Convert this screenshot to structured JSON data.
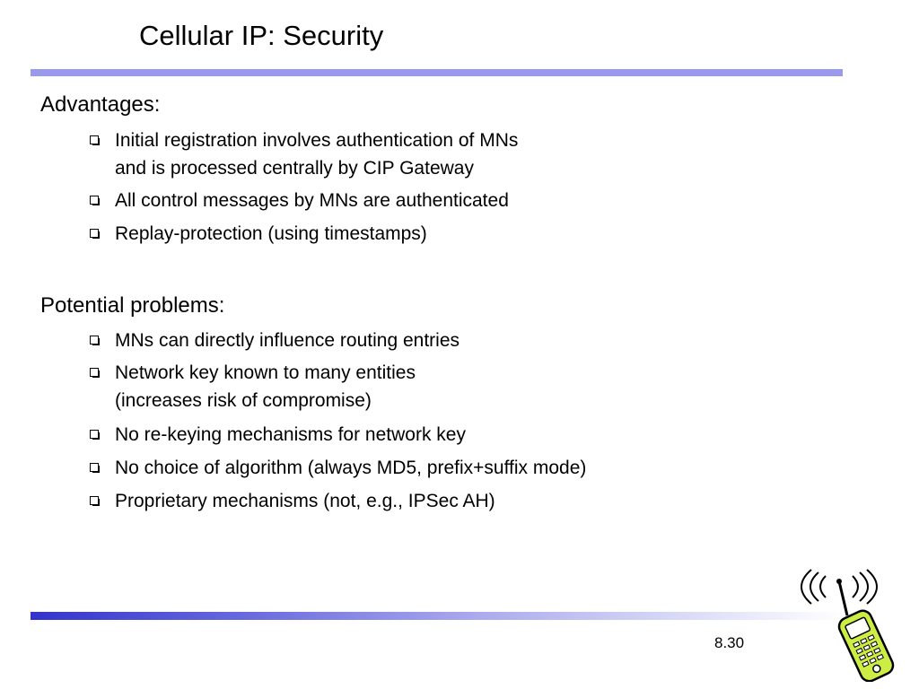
{
  "slide": {
    "title": "Cellular IP: Security",
    "page_number": "8.30"
  },
  "advantages": {
    "heading": "Advantages:",
    "items": [
      {
        "line1": "Initial registration involves authentication of MNs",
        "line2": "and is processed centrally by CIP Gateway"
      },
      {
        "line1": "All control messages by MNs are authenticated"
      },
      {
        "line1": "Replay-protection (using timestamps)"
      }
    ]
  },
  "problems": {
    "heading": "Potential problems:",
    "items": [
      {
        "line1": "MNs can directly influence routing entries"
      },
      {
        "line1": "Network key known to many entities",
        "line2": "(increases risk of compromise)"
      },
      {
        "line1": "No re-keying mechanisms for network key"
      },
      {
        "line1": "No choice of algorithm (always MD5, prefix+suffix mode)"
      },
      {
        "line1": "Proprietary mechanisms (not, e.g., IPSec AH)"
      }
    ]
  },
  "colors": {
    "rule_top": "#9999ee",
    "rule_bottom_start": "#3333cc",
    "phone_body": "#ccee44"
  },
  "icons": [
    "square-bullet-icon",
    "cell-phone-clipart-icon"
  ]
}
